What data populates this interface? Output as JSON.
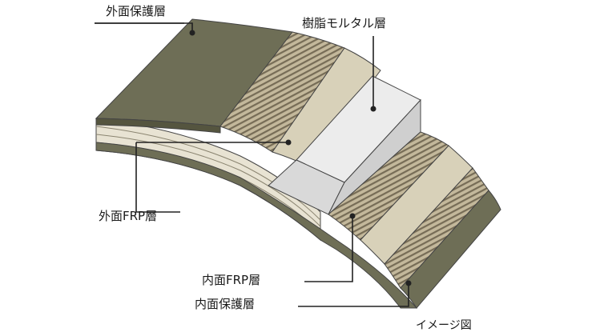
{
  "labels": {
    "outer_protective": "外面保護層",
    "resin_mortar": "樹脂モルタル層",
    "outer_frp": "外面FRP層",
    "inner_frp": "内面FRP層",
    "inner_protective": "内面保護層"
  },
  "caption": "イメージ図",
  "colors": {
    "protective_layer": "#6e6e56",
    "protective_dark": "#55553f",
    "frp_layers": "#d8d1b9",
    "ribbed_layer": "#bcb193",
    "resin_mortar_top": "#ececec",
    "resin_mortar_side": "#d9d9d9",
    "leader_line": "#222222"
  }
}
